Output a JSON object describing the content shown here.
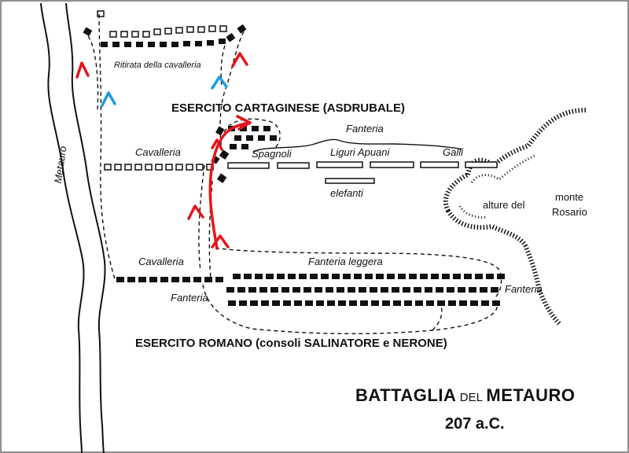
{
  "map": {
    "river_name": "Metauro",
    "carthaginian_army_label": "ESERCITO CARTAGINESE (ASDRUBALE)",
    "roman_army_label": "ESERCITO ROMANO (consoli SALINATORE e NERONE)",
    "cavalry_retreat_label": "Ritirata della cavalleria",
    "carth_cavalry_label": "Cavalleria",
    "carth_infantry_label": "Fanteria",
    "spagnoli_label": "Spagnoli",
    "liguri_label": "Liguri Apuani",
    "galli_label": "Galli",
    "elephants_label": "elefanti",
    "heights_label": "alture del",
    "mountain_label_1": "monte",
    "mountain_label_2": "Rosario",
    "roman_cavalry_label": "Cavalleria",
    "roman_light_infantry_label": "Fanteria leggera",
    "roman_infantry_left_label": "Fanteria",
    "roman_infantry_right_label": "Fanteria",
    "title_word_1": "BATTAGLIA",
    "title_word_2": "DEL",
    "title_word_3": "METAURO",
    "date": "207 a.C.",
    "colors": {
      "ink": "#111111",
      "red_arrow": "#e8141b",
      "blue_arrow": "#1e9be0"
    }
  }
}
